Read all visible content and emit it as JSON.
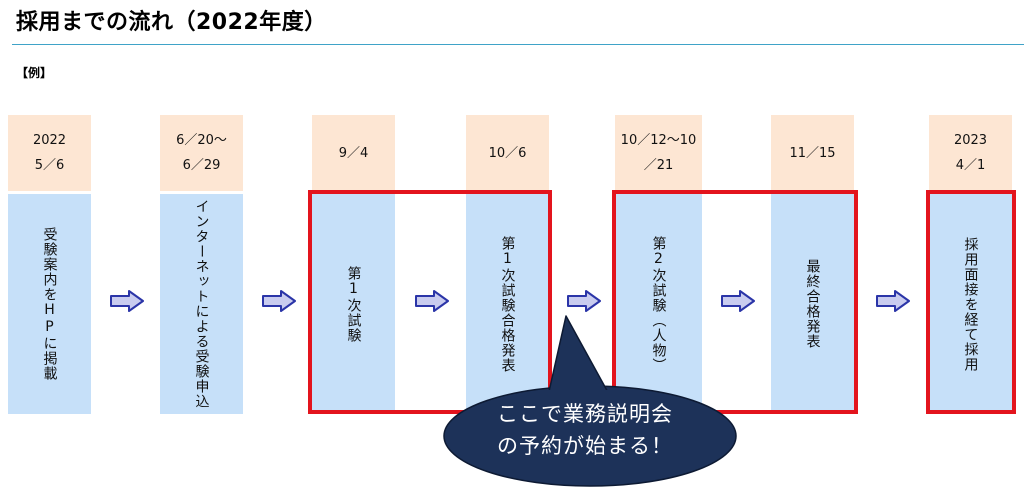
{
  "header": {
    "title": "採用までの流れ（2022年度）",
    "example_label": "【例】"
  },
  "colors": {
    "date_bg": "#fde6d3",
    "step_bg": "#c6e0f9",
    "highlight_frame": "#e3141d",
    "arrow_fill": "#c9ccef",
    "arrow_stroke": "#2b35a8",
    "bubble_fill": "#1d3259",
    "rule": "#3fa3c8"
  },
  "steps": [
    {
      "date_line1": "2022",
      "date_line2": "5／6",
      "label": "受験案内をHPに掲載"
    },
    {
      "date_line1": "6／20～",
      "date_line2": "6／29",
      "label": "インターネットによる受験申込"
    },
    {
      "date_line1": "9／4",
      "date_line2": "",
      "label": "第1次試験"
    },
    {
      "date_line1": "10／6",
      "date_line2": "",
      "label": "第1次試験合格発表"
    },
    {
      "date_line1": "10／12～10",
      "date_line2": "／21",
      "label": "第2次試験（人物）"
    },
    {
      "date_line1": "11／15",
      "date_line2": "",
      "label": "最終合格発表"
    },
    {
      "date_line1": "2023",
      "date_line2": "4／1",
      "label": "採用面接を経て採用"
    }
  ],
  "callout": {
    "line1": "ここで業務説明会",
    "line2": "の予約が始まる！"
  }
}
